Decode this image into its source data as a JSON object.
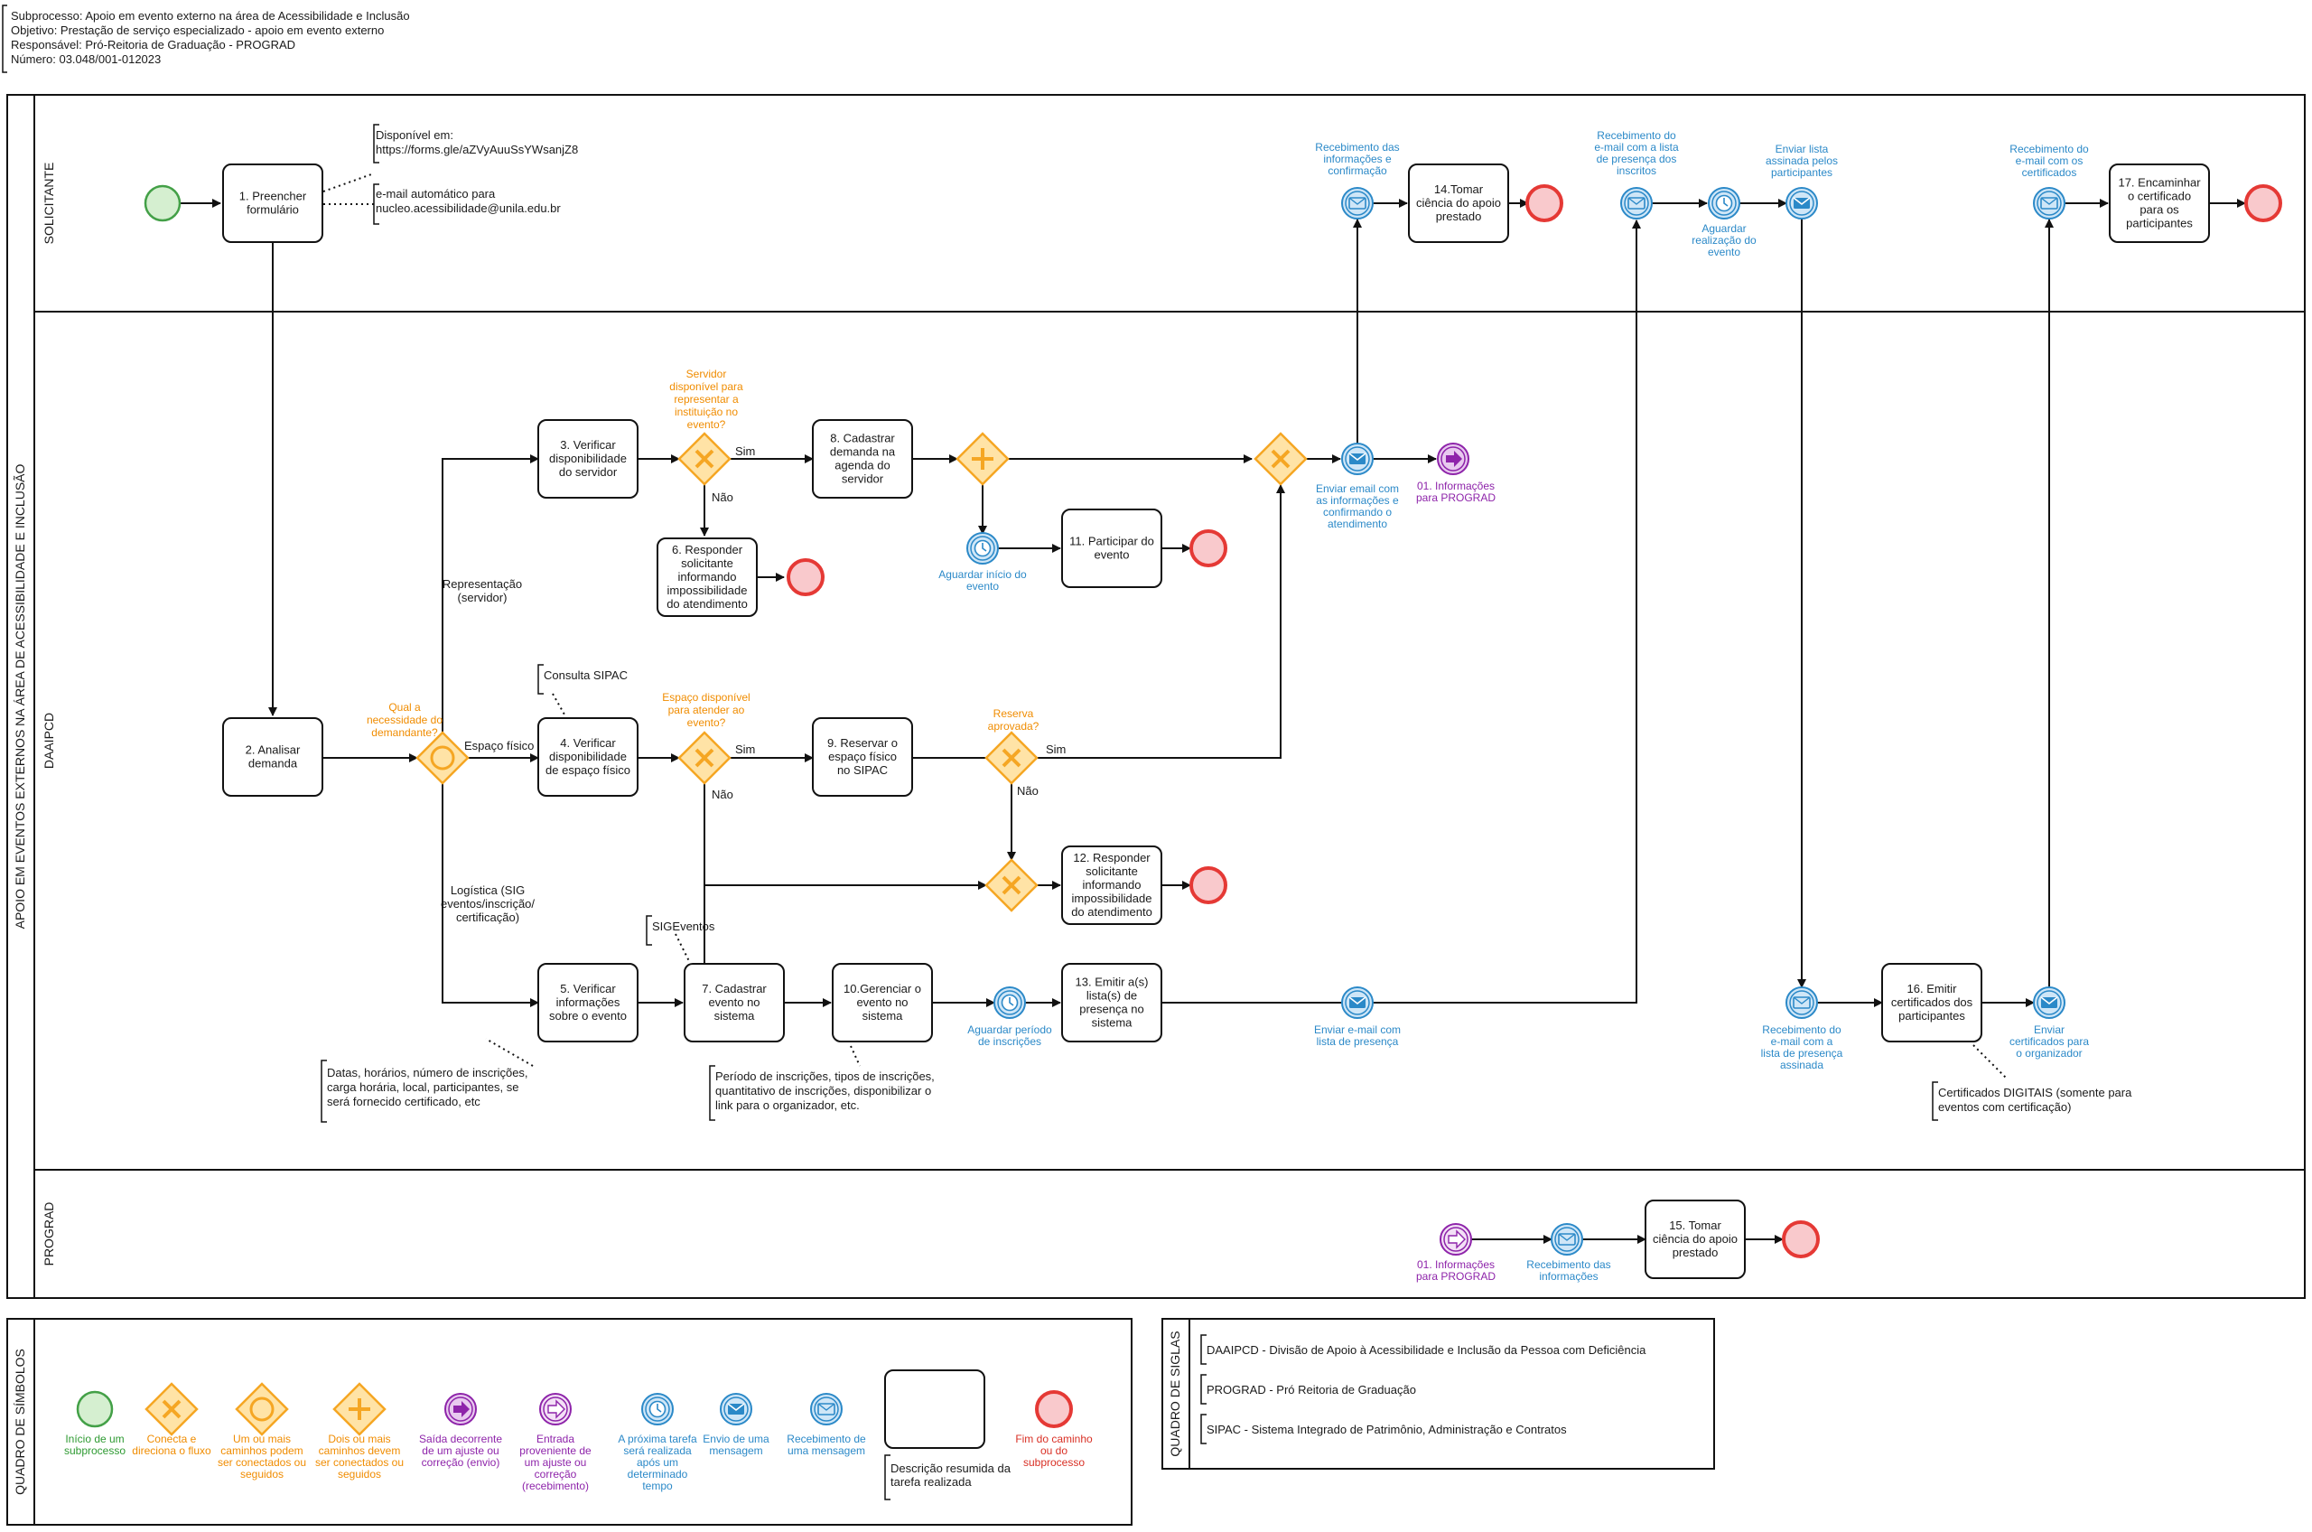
{
  "header": [
    "Subprocesso: Apoio em evento externo na área de Acessibilidade e Inclusão",
    "Objetivo: Prestação de serviço especializado - apoio em evento externo",
    "Responsável: Pró-Reitoria de Graduação - PROGRAD",
    "Número: 03.048/001-012023"
  ],
  "pool_title": "APOIO EM EVENTOS EXTERNOS NA ÁREA DE ACESSIBILIDADE E INCLUSÃO",
  "lanes": {
    "solicitante": "SOLICITANTE",
    "daaipcd": "DAAIPCD",
    "prograd": "PROGRAD"
  },
  "tasks": {
    "t1": [
      "1. Preencher",
      "formulário"
    ],
    "t2": [
      "2. Analisar",
      "demanda"
    ],
    "t3": [
      "3. Verificar",
      "disponibilidade",
      "do servidor"
    ],
    "t4": [
      "4. Verificar",
      "disponibilidade",
      "de espaço físico"
    ],
    "t5": [
      "5. Verificar",
      "informações",
      "sobre o evento"
    ],
    "t6": [
      "6. Responder",
      "solicitante",
      "informando",
      "impossibilidade",
      "do atendimento"
    ],
    "t7": [
      "7. Cadastrar",
      "evento no",
      "sistema"
    ],
    "t8": [
      "8. Cadastrar",
      "demanda na",
      "agenda do",
      "servidor"
    ],
    "t9": [
      "9. Reservar o",
      "espaço físico",
      "no SIPAC"
    ],
    "t10": [
      "10.Gerenciar o",
      "evento no",
      "sistema"
    ],
    "t11": [
      "11. Participar do",
      "evento"
    ],
    "t12": [
      "12. Responder",
      "solicitante",
      "informando",
      "impossibilidade",
      "do atendimento"
    ],
    "t13": [
      "13. Emitir a(s)",
      "lista(s) de",
      "presença no",
      "sistema"
    ],
    "t14": [
      "14.Tomar",
      "ciência do apoio",
      "prestado"
    ],
    "t15": [
      "15. Tomar",
      "ciência do apoio",
      "prestado"
    ],
    "t16": [
      "16. Emitir",
      "certificados dos",
      "participantes"
    ],
    "t17": [
      "17. Encaminhar",
      "o certificado",
      "para os",
      "participantes"
    ]
  },
  "annotations": {
    "form": [
      "Disponível em:",
      "https://forms.gle/aZVyAuuSsYWsanjZ8"
    ],
    "email": [
      "e-mail automático para",
      "nucleo.acessibilidade@unila.edu.br"
    ],
    "sipac": [
      "Consulta SIPAC"
    ],
    "sigeventos": [
      "SIGEventos"
    ],
    "datas": [
      "Datas, horários, número de inscrições,",
      "carga horária, local, participantes, se",
      "será fornecido certificado, etc"
    ],
    "periodo": [
      "Período de inscrições, tipos de inscrições,",
      "quantitativo de inscrições, disponibilizar o",
      "link para o organizador, etc."
    ],
    "certificados": [
      "Certificados DIGITAIS (somente para",
      "eventos com certificação)"
    ]
  },
  "gateway_labels": {
    "qual": [
      "Qual a",
      "necessidade do",
      "demandante?"
    ],
    "servidor": [
      "Servidor",
      "disponível para",
      "representar a",
      "instituição no",
      "evento?"
    ],
    "espaco": [
      "Espaço disponível",
      "para atender ao",
      "evento?"
    ],
    "reserva": [
      "Reserva",
      "aprovada?"
    ]
  },
  "flow_labels": {
    "sim": "Sim",
    "nao": "Não",
    "representacao": [
      "Representação",
      "(servidor)"
    ],
    "espaco_fisico": "Espaço físico",
    "logistica": [
      "Logística (SIG",
      "eventos/inscrição/",
      "certificação)"
    ]
  },
  "event_labels": {
    "receb_info_conf": [
      "Recebimento das",
      "informações e",
      "confirmação"
    ],
    "receb_lista_inscritos": [
      "Recebimento do",
      "e-mail com a lista",
      "de presença dos",
      "inscritos"
    ],
    "aguardar_realizacao": [
      "Aguardar",
      "realização do",
      "evento"
    ],
    "enviar_lista_assinada": [
      "Enviar lista",
      "assinada pelos",
      "participantes"
    ],
    "receb_certificados": [
      "Recebimento do",
      "e-mail com os",
      "certificados"
    ],
    "enviar_email_info": [
      "Enviar email com",
      "as informações e",
      "confirmando o",
      "atendimento"
    ],
    "info_prograd": [
      "01. Informações",
      "para PROGRAD"
    ],
    "aguardar_inicio": [
      "Aguardar início do",
      "evento"
    ],
    "aguardar_periodo": [
      "Aguardar período",
      "de inscrições"
    ],
    "enviar_lista_presenca": [
      "Enviar e-mail com",
      "lista de presença"
    ],
    "receb_lista_assinada": [
      "Recebimento do",
      "e-mail com a",
      "lista de presença",
      "assinada"
    ],
    "enviar_cert_org": [
      "Enviar",
      "certificados para",
      "o organizador"
    ],
    "info_prograd_in": [
      "01. Informações",
      "para PROGRAD"
    ],
    "receb_informacoes": [
      "Recebimento das",
      "informações"
    ]
  },
  "legend_simbolos": {
    "title": "QUADRO DE SÍMBOLOS",
    "items": [
      [
        "Início de um",
        "subprocesso"
      ],
      [
        "Conecta e",
        "direciona o fluxo"
      ],
      [
        "Um ou mais",
        "caminhos podem",
        "ser conectados ou",
        "seguidos"
      ],
      [
        "Dois ou mais",
        "caminhos devem",
        "ser conectados ou",
        "seguidos"
      ],
      [
        "Saída decorrente",
        "de um ajuste ou",
        "correção (envio)"
      ],
      [
        "Entrada",
        "proveniente de",
        "um ajuste ou",
        "correção",
        "(recebimento)"
      ],
      [
        "A próxima tarefa",
        "será realizada",
        "após um",
        "determinado",
        "tempo"
      ],
      [
        "Envio de uma",
        "mensagem"
      ],
      [
        "Recebimento de",
        "uma mensagem"
      ],
      [
        "Descrição resumida da",
        "tarefa realizada"
      ],
      [
        "Fim do caminho",
        "ou do",
        "subprocesso"
      ]
    ]
  },
  "legend_siglas": {
    "title": "QUADRO DE SIGLAS",
    "items": [
      "DAAIPCD - Divisão de Apoio à Acessibilidade e Inclusão da Pessoa com Deficiência",
      "PROGRAD - Pró Reitoria de Graduação",
      "SIPAC - Sistema Integrado de Patrimônio, Administração e Contratos"
    ]
  },
  "colors": {
    "start_fill": "#d5efd0",
    "start_stroke": "#43a047",
    "end_fill": "#f9c9cc",
    "end_stroke": "#e53935",
    "gw_fill": "#ffe3a6",
    "gw_stroke": "#f5a623",
    "msg_fill": "#cfe6f7",
    "msg_stroke": "#2b89c8",
    "purple": "#8e24aa",
    "purple_fill": "#e8c9ef"
  }
}
